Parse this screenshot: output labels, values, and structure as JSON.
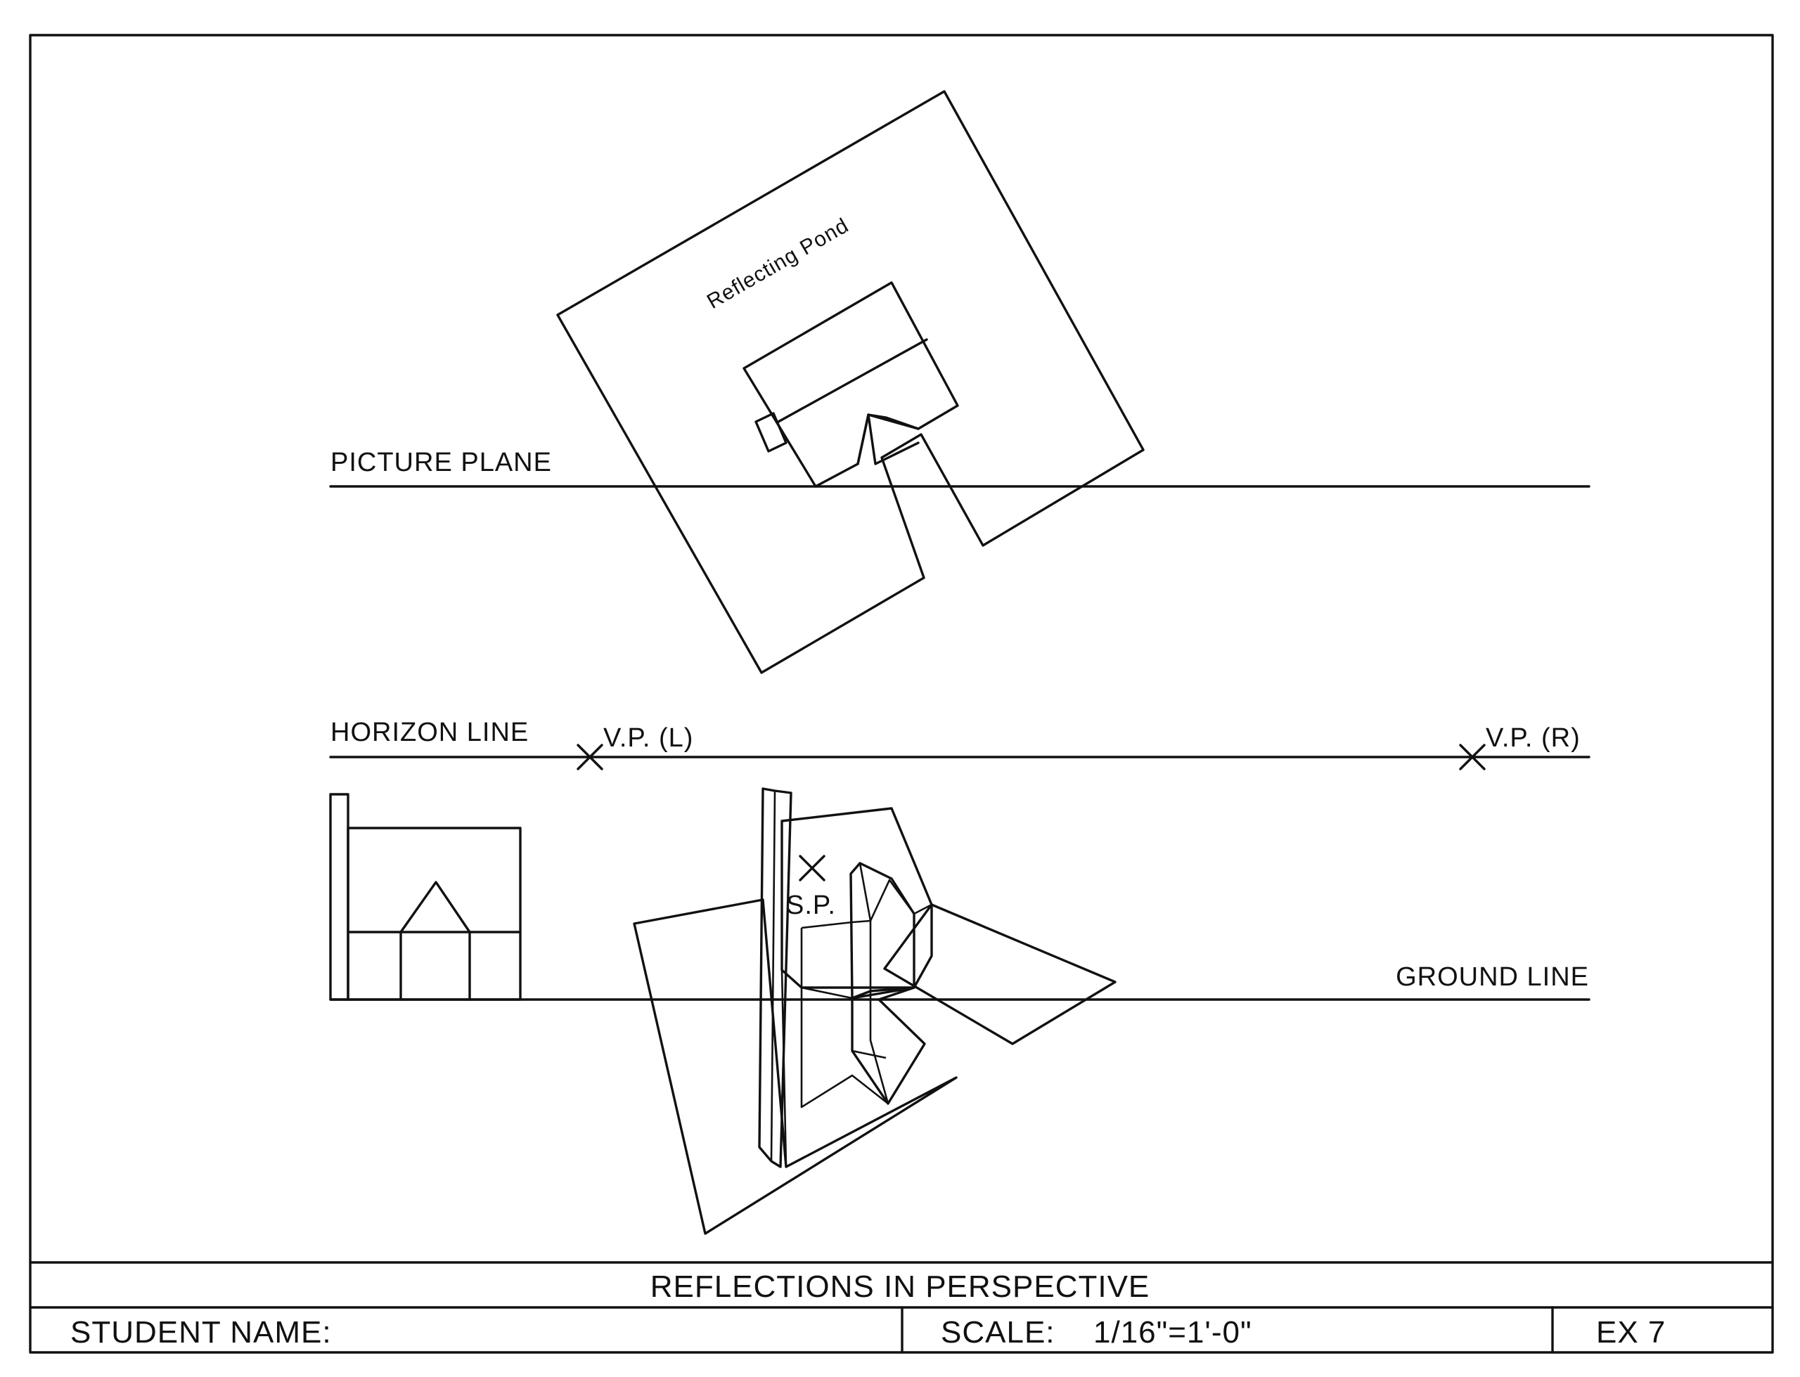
{
  "drawing": {
    "pond_label": "Reflecting Pond",
    "picture_plane_label": "PICTURE PLANE",
    "horizon_line_label": "HORIZON LINE",
    "ground_line_label": "GROUND LINE",
    "vp_left_label": "V.P. (L)",
    "vp_right_label": "V.P. (R)",
    "station_point_label": "S.P."
  },
  "title_block": {
    "title": "REFLECTIONS IN PERSPECTIVE",
    "student_name_label": "STUDENT NAME:",
    "scale_label": "SCALE:",
    "scale_value": "1/16\"=1'-0\"",
    "exercise": "EX 7"
  }
}
